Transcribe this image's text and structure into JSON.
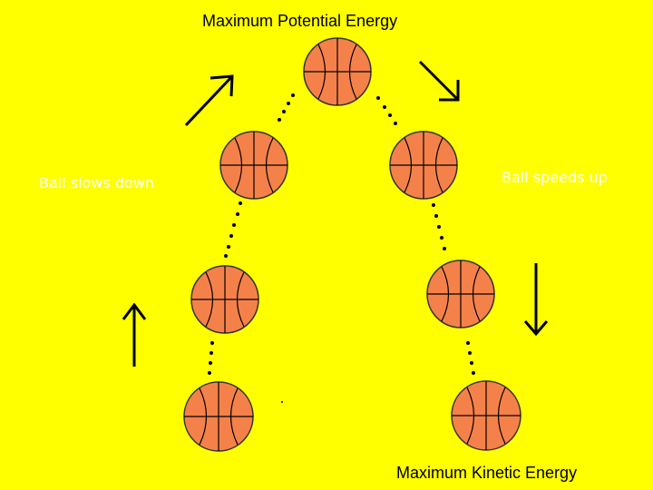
{
  "labels": {
    "top": "Maximum Potential Energy",
    "bottom": "Maximum Kinetic Energy",
    "left": "Ball slows down",
    "right": "Ball speeds up"
  },
  "balls": {
    "count": 7,
    "fill_color": "#f5814a",
    "seam_color": "#000000"
  },
  "arrows": [
    {
      "name": "up-right",
      "meaning": "ball rising"
    },
    {
      "name": "down-right",
      "meaning": "ball falling"
    },
    {
      "name": "up",
      "meaning": "ball rising"
    },
    {
      "name": "down",
      "meaning": "ball falling"
    }
  ],
  "colors": {
    "background": "#ffff00",
    "label_text_top_bottom": "#000000",
    "label_text_sides": "#ffffff",
    "dots_and_arrows": "#000000"
  }
}
